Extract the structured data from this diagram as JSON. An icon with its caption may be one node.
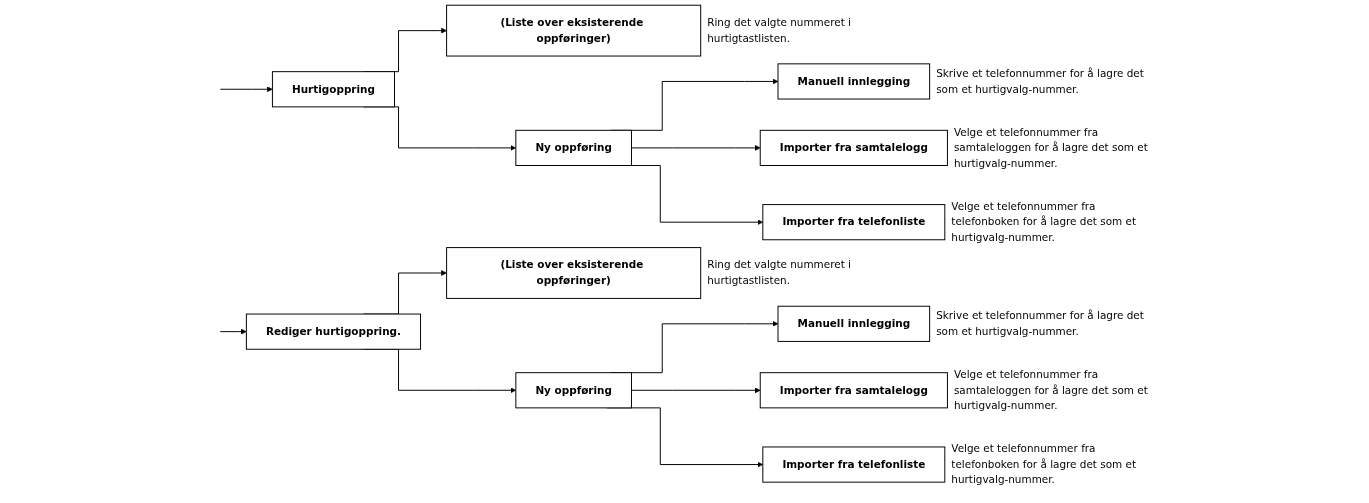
{
  "diagram": {
    "nodes": [
      {
        "text": [
          "Hurtigoppring"
        ]
      },
      {
        "text": [
          "(Liste over eksisterende oppføringer)"
        ],
        "beside": [
          "Ring det valgte nummeret i hurtigtastlisten."
        ]
      },
      {
        "text": [
          "Ny oppføring"
        ]
      },
      {
        "text": [
          "Manuell innlegging"
        ],
        "beside": [
          "Skrive et telefonnummer for å lagre det som et hurtigvalg-nummer."
        ]
      },
      {
        "text": [
          "Importer fra samtalelogg"
        ],
        "beside": [
          "Velge et telefonnummer fra samtaleloggen for å lagre det som et hurtigvalg-nummer."
        ]
      },
      {
        "text": [
          "Importer fra telefonliste"
        ],
        "beside": [
          "Velge et telefonnummer fra telefonboken for å lagre det som et hurtigvalg-nummer."
        ]
      },
      {
        "text": [
          "Rediger hurtigoppring."
        ]
      },
      {
        "text": [
          "(Liste over eksisterende oppføringer)"
        ],
        "beside": [
          "Ring det valgte nummeret i hurtigtastlisten."
        ]
      },
      {
        "text": [
          "Ny oppføring"
        ]
      },
      {
        "text": [
          "Manuell innlegging"
        ],
        "beside": [
          "Skrive et telefonnummer for å lagre det som et hurtigvalg-nummer."
        ]
      },
      {
        "text": [
          "Importer fra samtalelogg"
        ],
        "beside": [
          "Velge et telefonnummer fra samtaleloggen for å lagre det som et hurtigvalg-nummer."
        ]
      },
      {
        "text": [
          "Importer fra telefonliste"
        ],
        "beside": [
          "Velge et telefonnummer fra telefonboken for å lagre det som et hurtigvalg-nummer."
        ]
      }
    ],
    "edges": [
      {
        "from": null,
        "to": 0,
        "arrow": "to"
      },
      {
        "from": 0,
        "to": 1,
        "arrow": "to"
      },
      {
        "from": 0,
        "to": 2,
        "arrow": "to"
      },
      {
        "from": 2,
        "to": 3,
        "arrow": "to"
      },
      {
        "from": 2,
        "to": 4,
        "arrow": "to"
      },
      {
        "from": 2,
        "to": 5,
        "arrow": "to"
      },
      {
        "from": null,
        "to": 6,
        "arrow": "to"
      },
      {
        "from": 6,
        "to": 7,
        "arrow": "to"
      },
      {
        "from": 6,
        "to": 8,
        "arrow": "to"
      },
      {
        "from": 8,
        "to": 9,
        "arrow": "to"
      },
      {
        "from": 8,
        "to": 10,
        "arrow": "to"
      },
      {
        "from": 8,
        "to": 11,
        "arrow": "to"
      }
    ]
  }
}
